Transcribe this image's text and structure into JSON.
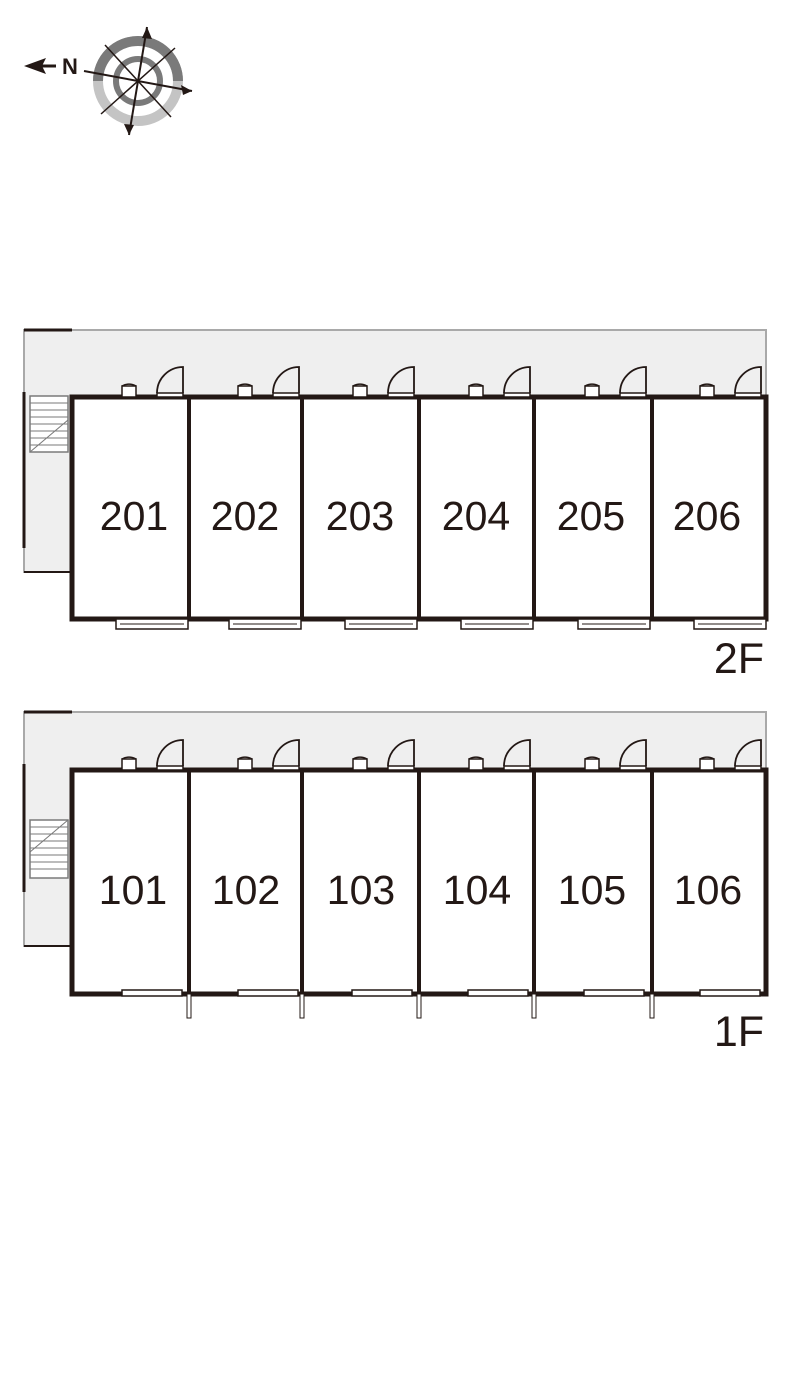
{
  "compass": {
    "north_letter": "N"
  },
  "colors": {
    "wall": "#231815",
    "corridor_fill": "#efefef",
    "corridor_edge": "#a9a9a9",
    "compass_ring_dark": "#7a7a7a",
    "compass_ring_light": "#c4c4c4"
  },
  "floors": [
    {
      "label": "2F",
      "rooms": [
        "201",
        "202",
        "203",
        "204",
        "205",
        "206"
      ]
    },
    {
      "label": "1F",
      "rooms": [
        "101",
        "102",
        "103",
        "104",
        "105",
        "106"
      ]
    }
  ]
}
